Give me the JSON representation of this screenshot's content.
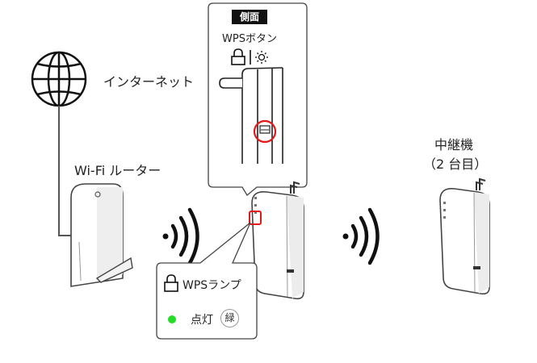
{
  "labels": {
    "internet": "インターネット",
    "wifi_router": "Wi-Fi ルーター",
    "repeater_title": "中継機",
    "repeater_count": "（2 台目）",
    "side_view": "側面",
    "wps_button": "WPSボタン",
    "wps_lamp": "WPSランプ",
    "lamp_state": "点灯",
    "lamp_color": "緑"
  },
  "colors": {
    "highlight": "#e01919",
    "lamp_green": "#22dd22",
    "line": "#333333"
  },
  "icons": [
    "globe-icon",
    "lock-icon",
    "sun-icon",
    "wifi-signal-icon"
  ]
}
